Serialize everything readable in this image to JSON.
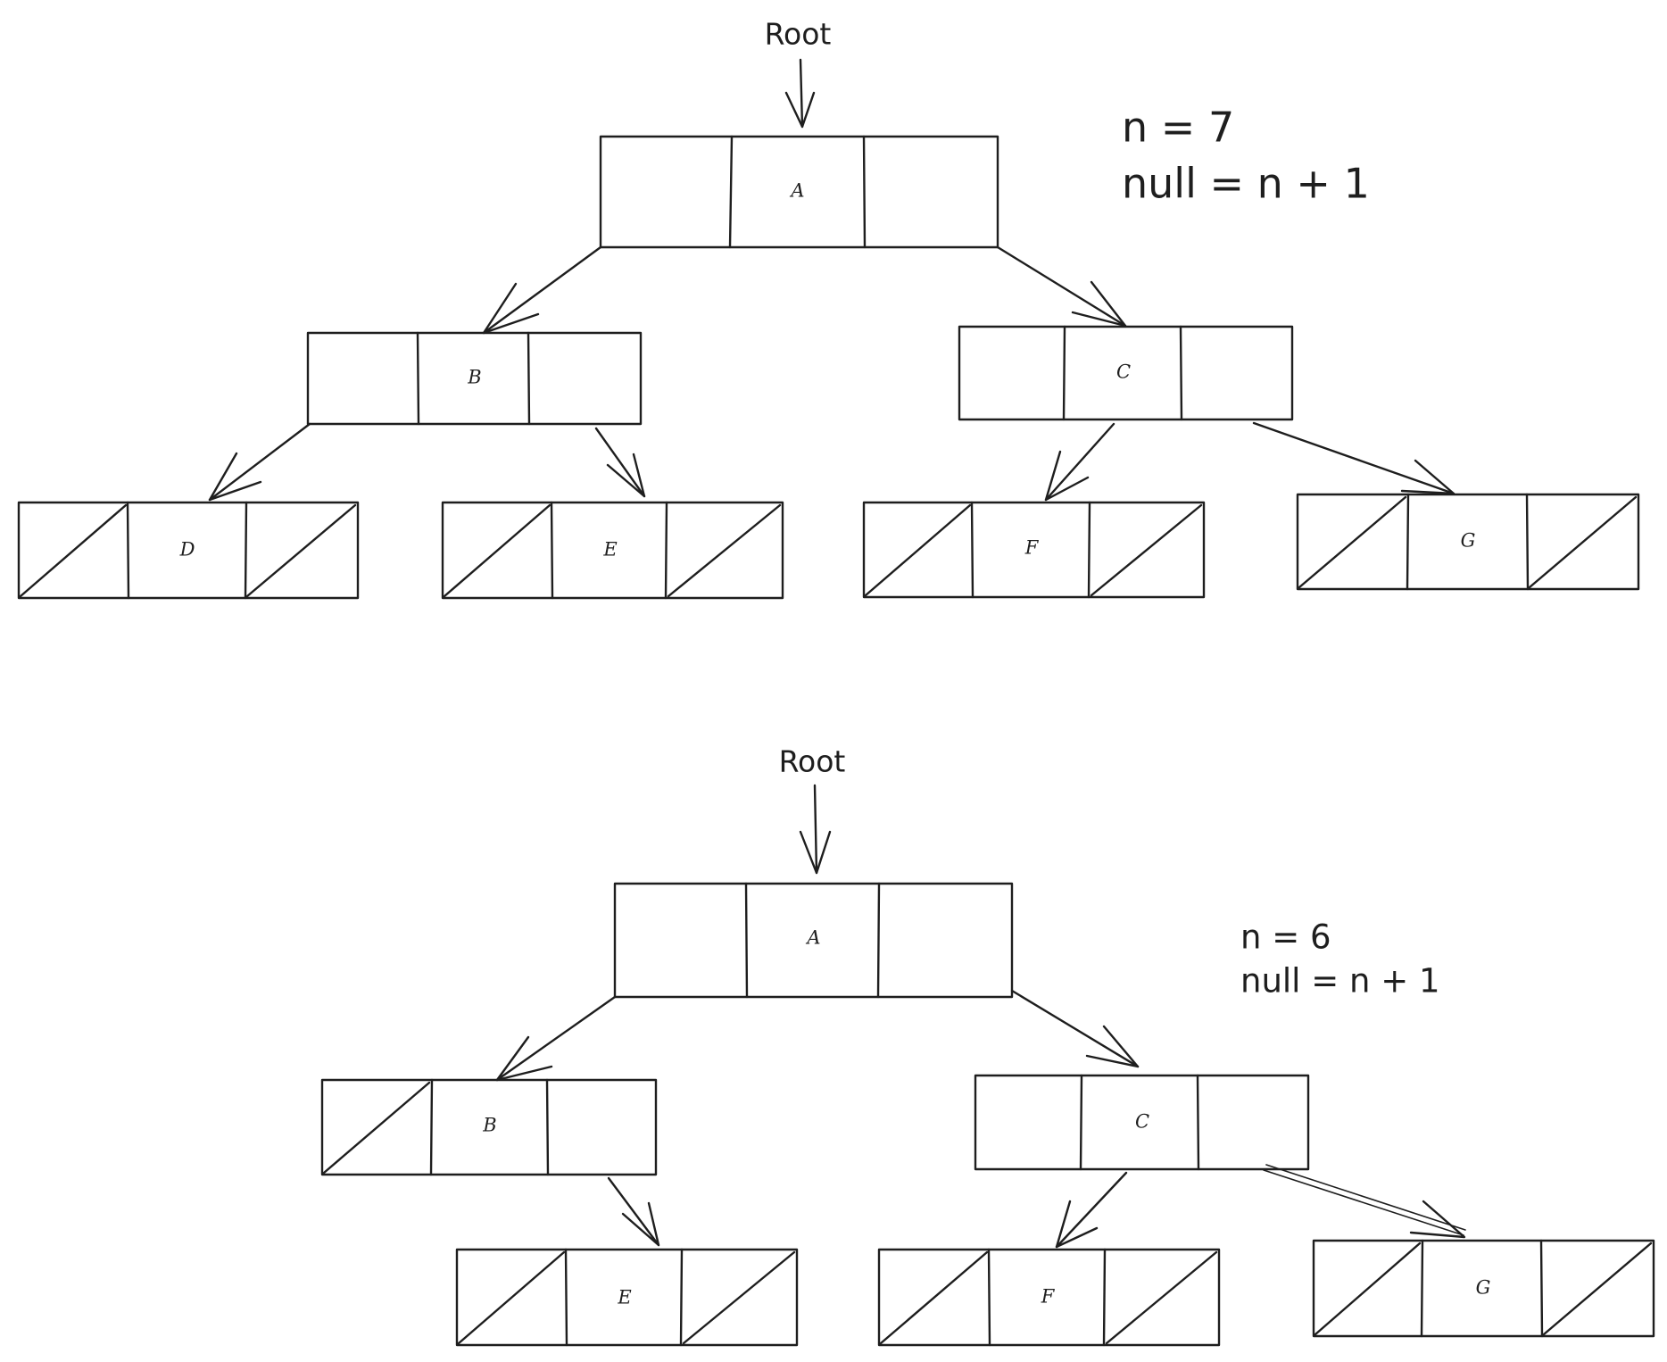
{
  "diagrams": [
    {
      "root_label": "Root",
      "annotation": {
        "line1": "n = 7",
        "line2": "null = n + 1"
      },
      "nodes": {
        "A": {
          "label": "A",
          "left_null": false,
          "right_null": false
        },
        "B": {
          "label": "B",
          "left_null": false,
          "right_null": false
        },
        "C": {
          "label": "C",
          "left_null": false,
          "right_null": false
        },
        "D": {
          "label": "D",
          "left_null": true,
          "right_null": true
        },
        "E": {
          "label": "E",
          "left_null": true,
          "right_null": true
        },
        "F": {
          "label": "F",
          "left_null": true,
          "right_null": true
        },
        "G": {
          "label": "G",
          "left_null": true,
          "right_null": true
        }
      },
      "edges": [
        [
          "A",
          "B"
        ],
        [
          "A",
          "C"
        ],
        [
          "B",
          "D"
        ],
        [
          "B",
          "E"
        ],
        [
          "C",
          "F"
        ],
        [
          "C",
          "G"
        ]
      ]
    },
    {
      "root_label": "Root",
      "annotation": {
        "line1": "n = 6",
        "line2": "null = n + 1"
      },
      "nodes": {
        "A": {
          "label": "A",
          "left_null": false,
          "right_null": false
        },
        "B": {
          "label": "B",
          "left_null": true,
          "right_null": false
        },
        "C": {
          "label": "C",
          "left_null": false,
          "right_null": false
        },
        "E": {
          "label": "E",
          "left_null": true,
          "right_null": true
        },
        "F": {
          "label": "F",
          "left_null": true,
          "right_null": true
        },
        "G": {
          "label": "G",
          "left_null": true,
          "right_null": true
        }
      },
      "edges": [
        [
          "A",
          "B"
        ],
        [
          "A",
          "C"
        ],
        [
          "B",
          "E"
        ],
        [
          "C",
          "F"
        ],
        [
          "C",
          "G"
        ]
      ]
    }
  ]
}
